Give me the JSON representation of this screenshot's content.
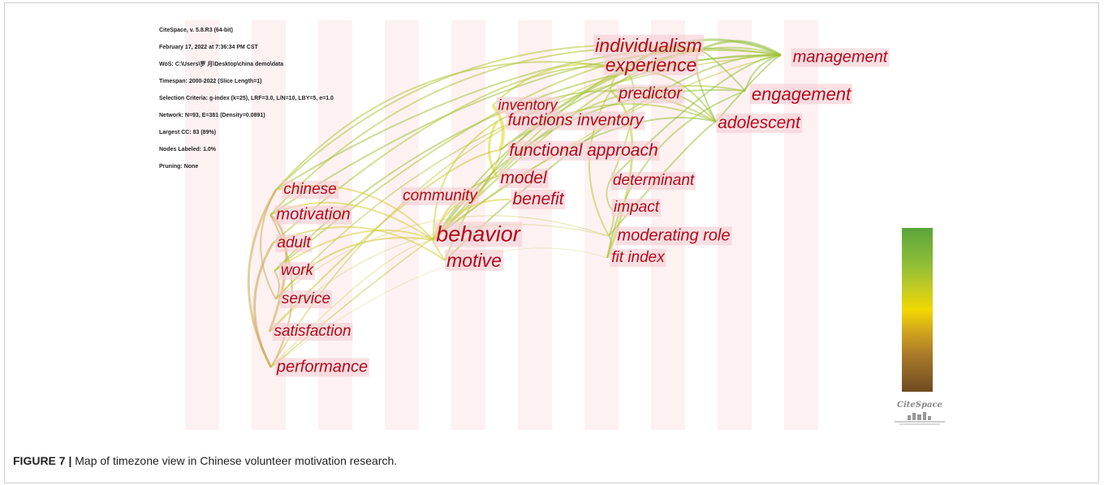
{
  "info_lines": [
    "CiteSpace, v. 5.8.R3 (64-bit)",
    "February 17, 2022 at 7:36:34 PM CST",
    "WoS: C:\\Users\\罗 月\\Desktop\\china demo\\data",
    "Timespan: 2000-2022 (Slice Length=1)",
    "Selection Criteria: g-index (k=25), LRF=3.0, L/N=10, LBY=5, e=1.0",
    "Network: N=93, E=381 (Density=0.0891)",
    "Largest CC: 83 (89%)",
    "Nodes Labeled: 1.0%",
    "Pruning: None"
  ],
  "keywords": [
    {
      "id": "individualism",
      "text": "individualism",
      "color": "#b30a1c"
    },
    {
      "id": "experience",
      "text": "experience",
      "color": "#b30a1c"
    },
    {
      "id": "management",
      "text": "management",
      "color": "#b30a1c"
    },
    {
      "id": "predictor",
      "text": "predictor",
      "color": "#b30a1c"
    },
    {
      "id": "engagement",
      "text": "engagement",
      "color": "#b30a1c"
    },
    {
      "id": "inventory",
      "text": "inventory",
      "color": "#b30a1c"
    },
    {
      "id": "functions-inventory",
      "text": "functions inventory",
      "color": "#b30a1c"
    },
    {
      "id": "adolescent",
      "text": "adolescent",
      "color": "#b30a1c"
    },
    {
      "id": "functional-approach",
      "text": "functional approach",
      "color": "#b30a1c"
    },
    {
      "id": "model",
      "text": "model",
      "color": "#b30a1c"
    },
    {
      "id": "determinant",
      "text": "determinant",
      "color": "#b30a1c"
    },
    {
      "id": "chinese",
      "text": "chinese",
      "color": "#b30a1c"
    },
    {
      "id": "community",
      "text": "community",
      "color": "#b30a1c"
    },
    {
      "id": "benefit",
      "text": "benefit",
      "color": "#b30a1c"
    },
    {
      "id": "motivation",
      "text": "motivation",
      "color": "#b30a1c"
    },
    {
      "id": "impact",
      "text": "impact",
      "color": "#b30a1c"
    },
    {
      "id": "behavior",
      "text": "behavior",
      "color": "#b30a1c"
    },
    {
      "id": "moderating-role",
      "text": "moderating role",
      "color": "#b30a1c"
    },
    {
      "id": "adult",
      "text": "adult",
      "color": "#b30a1c"
    },
    {
      "id": "motive",
      "text": "motive",
      "color": "#b30a1c"
    },
    {
      "id": "fit-index",
      "text": "fit index",
      "color": "#b30a1c"
    },
    {
      "id": "work",
      "text": "work",
      "color": "#b30a1c"
    },
    {
      "id": "service",
      "text": "service",
      "color": "#b30a1c"
    },
    {
      "id": "satisfaction",
      "text": "satisfaction",
      "color": "#b30a1c"
    },
    {
      "id": "performance",
      "text": "performance",
      "color": "#b30a1c"
    }
  ],
  "color_scale": [
    "#5aa53a",
    "#c7cc20",
    "#f2d800",
    "#a8792a",
    "#704a20"
  ],
  "logo_text": "CiteSpace",
  "caption": {
    "label": "FIGURE 7 |",
    "text": " Map of timezone view in Chinese volunteer motivation research."
  }
}
